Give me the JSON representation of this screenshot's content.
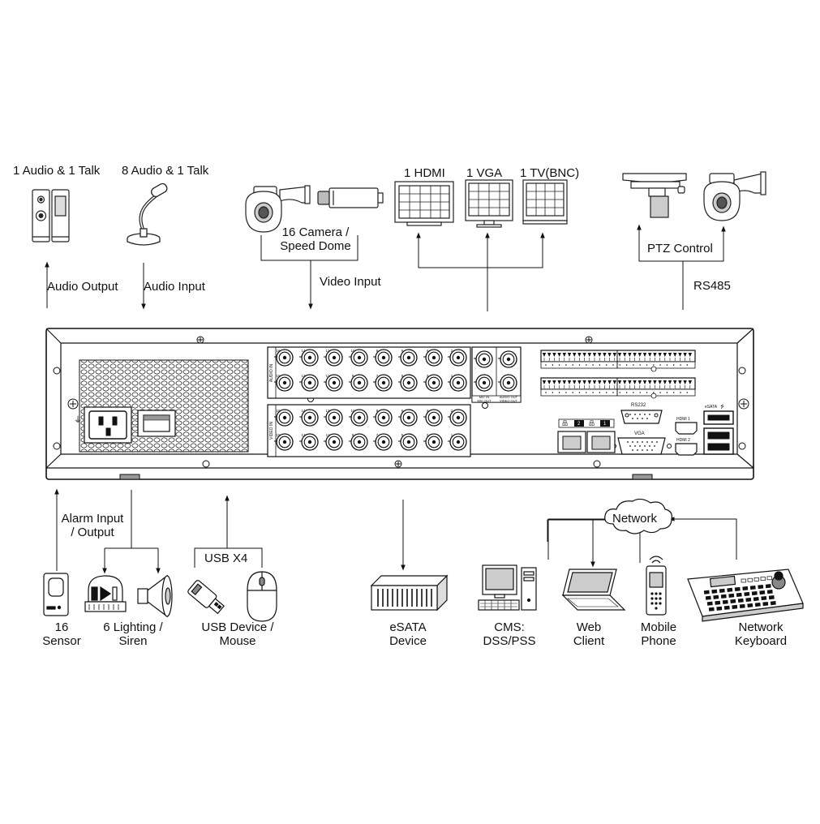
{
  "labels": {
    "audio_out_device": "1 Audio  & 1 Talk",
    "audio_in_device": "8 Audio & 1 Talk",
    "hdmi": "1 HDMI",
    "vga": "1 VGA",
    "tv": "1 TV(BNC)",
    "camera_line1": "16 Camera /",
    "camera_line2": "Speed Dome",
    "audio_output": "Audio  Output",
    "audio_input": "Audio  Input",
    "video_input": "Video Input",
    "ptz_control": "PTZ Control",
    "rs485": "RS485",
    "alarm_line1": "Alarm Input",
    "alarm_line2": "/ Output",
    "usb_x4": "USB X4",
    "network": "Network",
    "sensor_line1": "16",
    "sensor_line2": "Sensor",
    "lighting_line1": "6 Lighting /",
    "lighting_line2": "Siren",
    "usb_dev_line1": "USB Device /",
    "usb_dev_line2": "Mouse",
    "esata_line1": "eSATA",
    "esata_line2": "Device",
    "cms_line1": "CMS:",
    "cms_line2": "DSS/PSS",
    "web_line1": "Web",
    "web_line2": "Client",
    "mobile_line1": "Mobile",
    "mobile_line2": "Phone",
    "netkb_line1": "Network",
    "netkb_line2": "Keyboard"
  },
  "panel": {
    "audio_in": "AUDIO IN",
    "video_in": "VIDEO IN",
    "mic_in": "MIC IN",
    "mic_out": "MIC OUT",
    "audio_out": "AUDIO OUT",
    "video_out": "VIDEO OUT",
    "rs232": "RS232",
    "vga": "VGA",
    "hdmi1": "HDMI 1",
    "hdmi2": "HDMI 2",
    "esata": "eSATA",
    "lan1": "1",
    "lan2": "2",
    "top_channel_numbers": [
      "16",
      "14",
      "12",
      "10",
      "8",
      "6",
      "4",
      "2"
    ],
    "bottom_channel_numbers": [
      "15",
      "13",
      "11",
      "9",
      "7",
      "5",
      "3",
      "1"
    ]
  }
}
